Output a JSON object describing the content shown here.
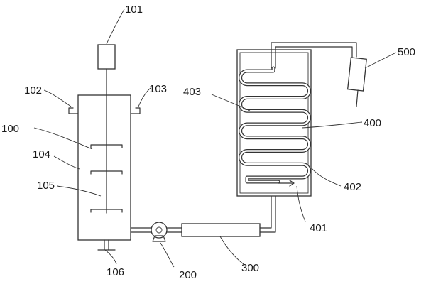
{
  "labels": {
    "motor": "101",
    "inlet_left": "102",
    "inlet_right": "103",
    "reactor": "100",
    "reactor_wall": "104",
    "stirrer": "105",
    "base_valve": "106",
    "pump": "200",
    "tube_heater": "300",
    "cooling_box": "400",
    "cooling_outlet": "401",
    "cooling_shell": "402",
    "coil_pipe": "403",
    "collector": "500"
  },
  "colors": {
    "line": "#333333",
    "background": "#ffffff",
    "label": "#1a1a1a"
  }
}
